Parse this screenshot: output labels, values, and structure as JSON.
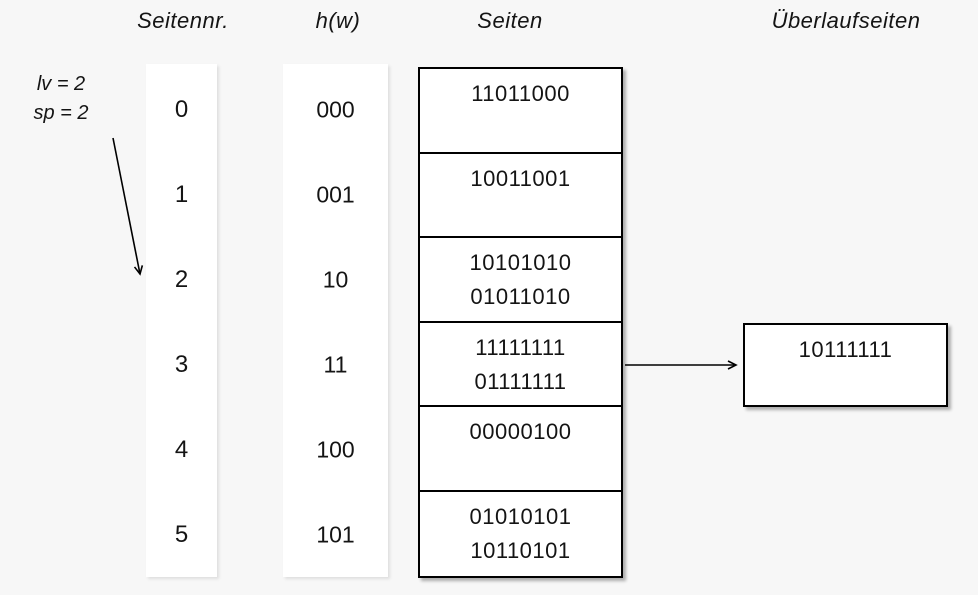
{
  "headers": {
    "seitennr": "Seitennr.",
    "hw": "h(w)",
    "seiten": "Seiten",
    "ueberlauf": "Überlaufseiten"
  },
  "annotation": {
    "line1": "lv = 2",
    "line2": "sp = 2"
  },
  "table": {
    "rows": [
      {
        "nr": "0",
        "hw": "000",
        "values": [
          "11011000"
        ]
      },
      {
        "nr": "1",
        "hw": "001",
        "values": [
          "10011001"
        ]
      },
      {
        "nr": "2",
        "hw": "10",
        "values": [
          "10101010",
          "01011010"
        ]
      },
      {
        "nr": "3",
        "hw": "11",
        "values": [
          "11111111",
          "01111111"
        ]
      },
      {
        "nr": "4",
        "hw": "100",
        "values": [
          "00000100"
        ]
      },
      {
        "nr": "5",
        "hw": "101",
        "values": [
          "01010101",
          "10110101"
        ]
      }
    ]
  },
  "overflow": {
    "linked_row_nr": "3",
    "values": [
      "10111111"
    ]
  },
  "colors": {
    "background": "#f7f7f7",
    "box_fill": "#ffffff",
    "line": "#000000",
    "text": "#141414"
  }
}
